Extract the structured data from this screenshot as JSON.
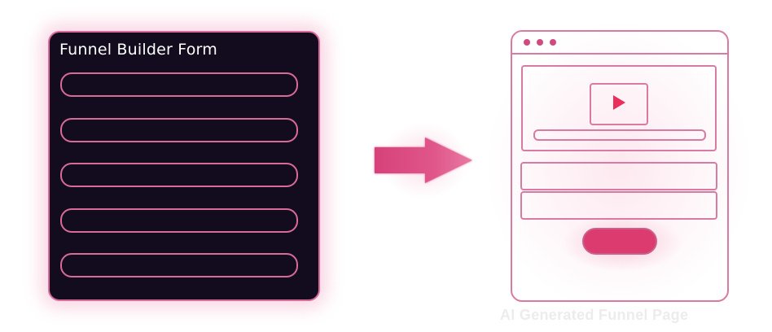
{
  "form": {
    "title": "Funnel Builder Form",
    "field_count": 5
  },
  "preview": {
    "caption": "AI Generated Funnel Page",
    "window_dots": 3,
    "has_video_play_icon": true,
    "input_count": 2
  },
  "icons": {
    "arrow": "right-arrow-icon",
    "play": "play-icon"
  },
  "colors": {
    "form_background": "#120c1e",
    "accent_border": "#d86b98",
    "arrow": "#dc3b6f",
    "cta_button": "#dc3b6f",
    "play_icon": "#ea2f5b",
    "caption_text": "#ececec"
  }
}
